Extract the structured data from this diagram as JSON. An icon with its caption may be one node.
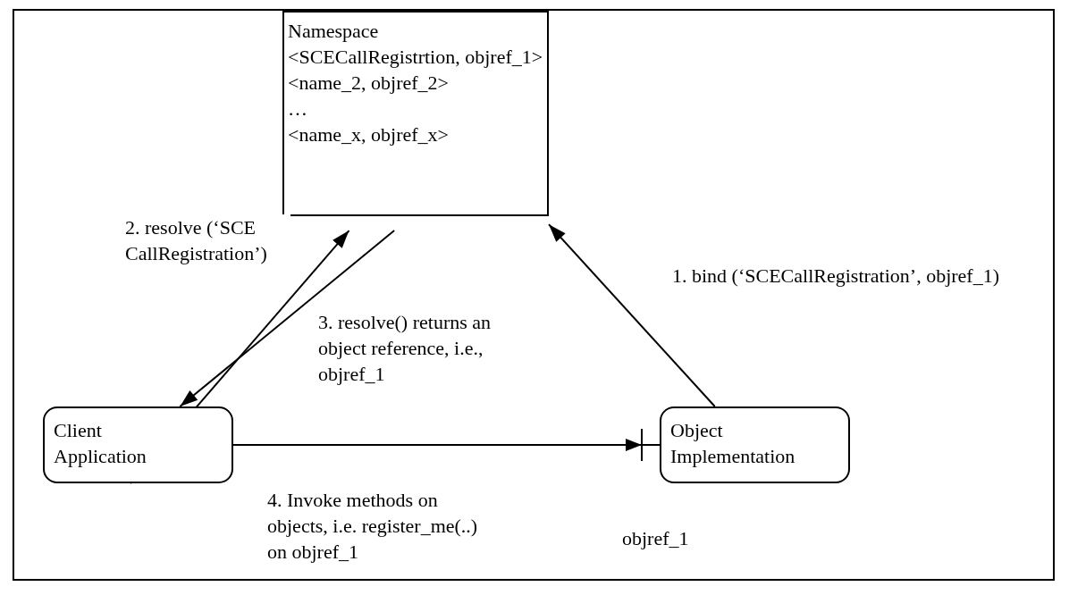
{
  "diagram": {
    "nodes": [
      {
        "text": [
          "Namespace",
          "<SCECallRegistrtion, objref_1>",
          "<name_2, objref_2>",
          "…",
          "<name_x, objref_x>"
        ]
      },
      {
        "text": [
          "Client Application"
        ]
      },
      {
        "text": [
          "Object Implementation"
        ]
      }
    ],
    "edges": [
      {
        "from": 1,
        "to": 0,
        "arrow": "to",
        "label": "2. resolve (‘SCE CallRegistration’)"
      },
      {
        "from": 0,
        "to": 1,
        "arrow": "to",
        "label": "3. resolve() returns an object reference, i.e., objref_1"
      },
      {
        "from": 2,
        "to": 0,
        "arrow": "to",
        "label": "1. bind (‘SCECallRegistration’, objref_1)"
      },
      {
        "from": 1,
        "to": 2,
        "arrow": "to",
        "label": "4. Invoke methods on objects, i.e. register_me(..) on objref_1"
      }
    ],
    "labels": [
      "objref_1"
    ]
  }
}
